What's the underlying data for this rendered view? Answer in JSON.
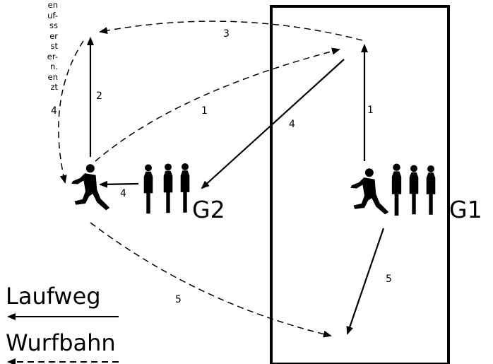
{
  "side_text": [
    "en",
    "uf-",
    "ss",
    "er",
    "st",
    "er-",
    "n.",
    "en",
    "zt"
  ],
  "groups": {
    "g1": "G1",
    "g2": "G2"
  },
  "path_numbers": {
    "n1_dashed": "1",
    "n1_solid": "1",
    "n2": "2",
    "n3": "3",
    "n4_left": "4",
    "n4_middle": "4",
    "n4_short": "4",
    "n5_dashed": "5",
    "n5_solid": "5"
  },
  "legend": {
    "run": "Laufweg",
    "throw": "Wurfbahn"
  },
  "colors": {
    "ink": "#000000",
    "background": "#ffffff"
  }
}
